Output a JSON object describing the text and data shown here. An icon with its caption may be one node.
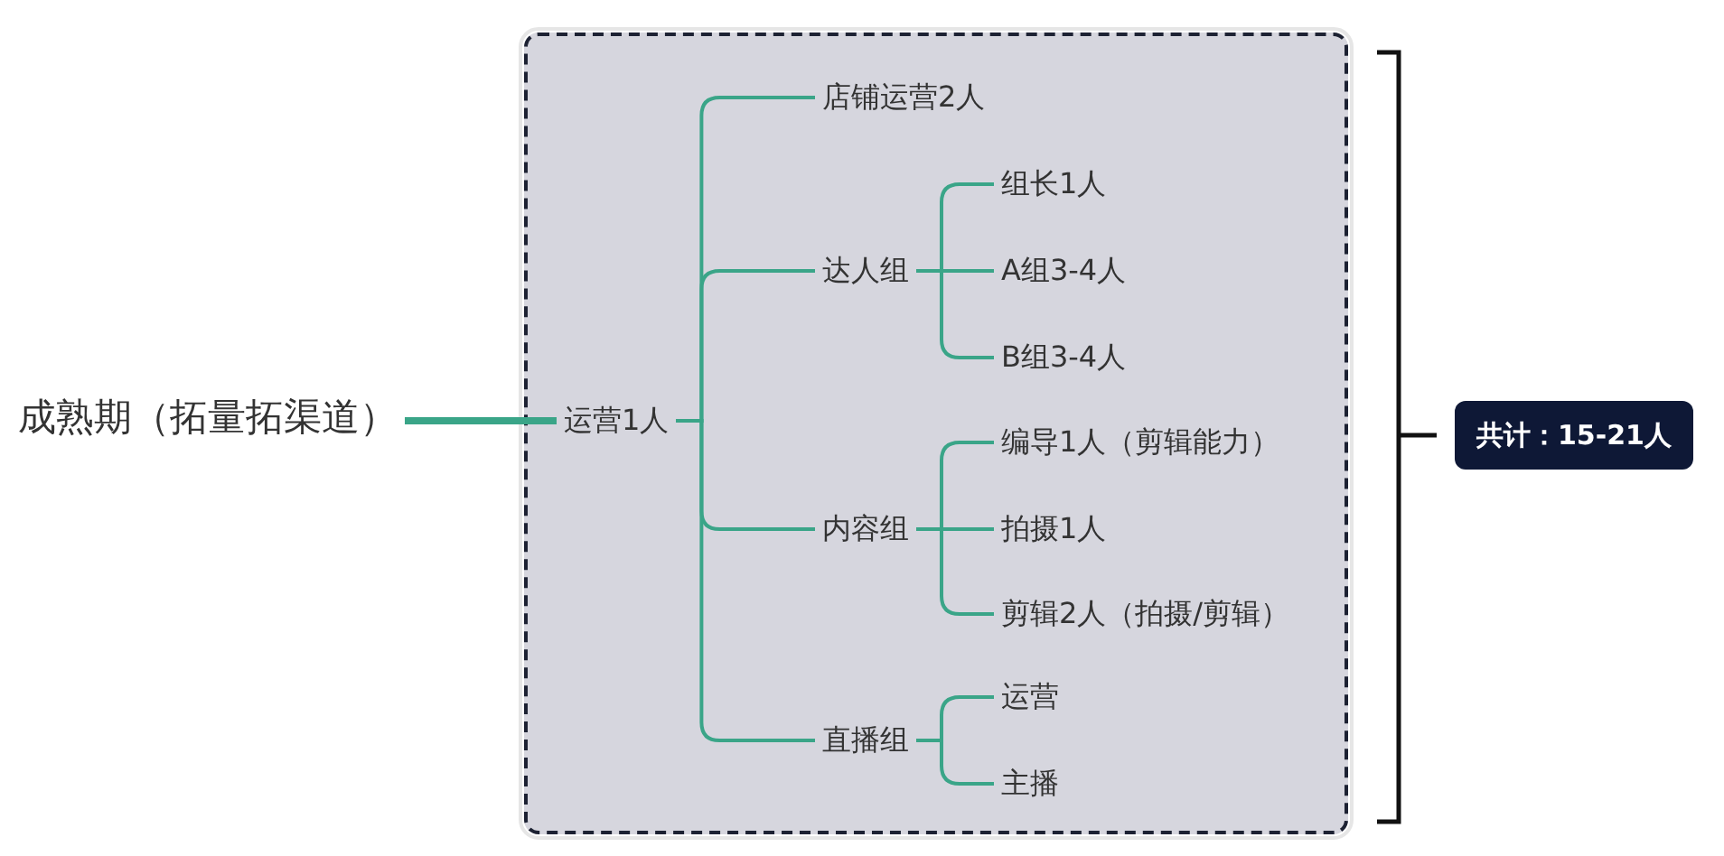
{
  "diagram": {
    "nodes": [
      {
        "text": [
          "成熟期（拓量拓渠道）"
        ]
      },
      {
        "text": [],
        "shape": "box"
      },
      {
        "text": [
          "运营1人"
        ],
        "in": 1
      },
      {
        "text": [
          "店铺运营2人"
        ],
        "in": 1
      },
      {
        "text": [
          "达人组"
        ],
        "in": 1
      },
      {
        "text": [
          "组长1人"
        ],
        "in": 1
      },
      {
        "text": [
          "A组3-4人"
        ],
        "in": 1
      },
      {
        "text": [
          "B组3-4人"
        ],
        "in": 1
      },
      {
        "text": [
          "内容组"
        ],
        "in": 1
      },
      {
        "text": [
          "编导1人（剪辑能力）"
        ],
        "in": 1
      },
      {
        "text": [
          "拍摄1人"
        ],
        "in": 1
      },
      {
        "text": [
          "剪辑2人（拍摄/剪辑）"
        ],
        "in": 1
      },
      {
        "text": [
          "直播组"
        ],
        "in": 1
      },
      {
        "text": [
          "运营"
        ],
        "in": 1
      },
      {
        "text": [
          "主播"
        ],
        "in": 1
      },
      {
        "text": [
          "共计：15-21人"
        ]
      }
    ],
    "edges": [
      {
        "from": 0,
        "to": 2,
        "arrow": "none",
        "style": "thick"
      },
      {
        "from": 2,
        "to": 3,
        "arrow": "none"
      },
      {
        "from": 2,
        "to": 4,
        "arrow": "none"
      },
      {
        "from": 2,
        "to": 8,
        "arrow": "none"
      },
      {
        "from": 2,
        "to": 12,
        "arrow": "none"
      },
      {
        "from": 4,
        "to": 5,
        "arrow": "none"
      },
      {
        "from": 4,
        "to": 6,
        "arrow": "none"
      },
      {
        "from": 4,
        "to": 7,
        "arrow": "none"
      },
      {
        "from": 8,
        "to": 9,
        "arrow": "none"
      },
      {
        "from": 8,
        "to": 10,
        "arrow": "none"
      },
      {
        "from": 8,
        "to": 11,
        "arrow": "none"
      },
      {
        "from": 12,
        "to": 13,
        "arrow": "none"
      },
      {
        "from": 12,
        "to": 14,
        "arrow": "none"
      }
    ]
  }
}
